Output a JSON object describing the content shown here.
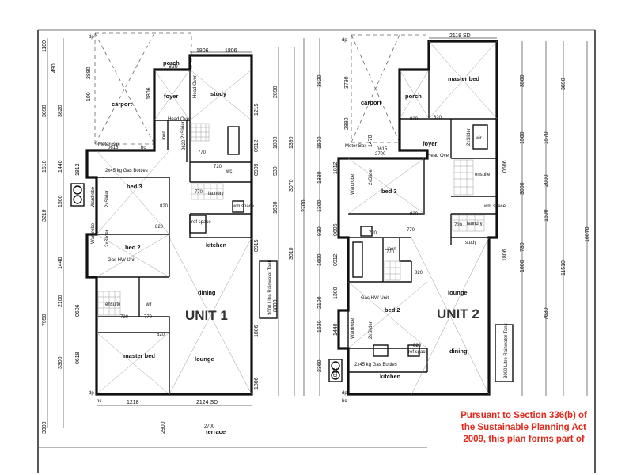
{
  "unit1": {
    "title": "UNIT 1",
    "rooms": {
      "porch": "porch",
      "foyer": "foyer",
      "study": "study",
      "carport": "carport",
      "linen": "Linen",
      "bed3": "bed 3",
      "bed2": "bed 2",
      "laundry": "laundry",
      "kitchen": "kitchen",
      "dining": "dining",
      "lounge": "lounge",
      "master_bed": "master bed",
      "ensuite": "ensuite",
      "wir": "wir",
      "wardrobe": "Wardrobe",
      "wc": "wc",
      "terrace": "terrace"
    },
    "notes": {
      "gas_bottles": "2x45 kg Gas Bottles",
      "hw_unit": "Gas HW Unit",
      "meter_box": "Meter Box",
      "tank": "3000 Litre Rainwater Tank",
      "ref_space": "ref space",
      "wm_space": "wm space",
      "slider_a": "2xSlider",
      "slider_b": "2xSlider",
      "slider_c": "2xSlider",
      "head_over_a": "Head Over",
      "head_over_b": "Head Over",
      "dp": "dp",
      "hc": "hc"
    },
    "dims_top": [
      "1806",
      "1806",
      "820"
    ],
    "dims_bottom": [
      "1218",
      "2124 SD"
    ],
    "dims_left": [
      "1180",
      "490",
      "3890",
      "3820",
      "2880",
      "100",
      "1806",
      "1510",
      "1440",
      "1812",
      "3210",
      "1500",
      "1440",
      "2100",
      "7050",
      "0606",
      "3300",
      "0618",
      "3000",
      "2900"
    ],
    "dims_right": [
      "1215",
      "0912",
      "2890",
      "1800",
      "1390",
      "0909",
      "930",
      "3070",
      "1600",
      "0915",
      "3010",
      "8800",
      "1806",
      "1806"
    ],
    "door_sizes": [
      "820",
      "770",
      "720",
      "770",
      "720",
      "770",
      "820",
      "820",
      "2620",
      "0615",
      "2700"
    ]
  },
  "unit2": {
    "title": "UNIT 2",
    "rooms": {
      "porch": "porch",
      "foyer": "foyer",
      "master_bed": "master bed",
      "carport": "carport",
      "wir": "wir",
      "ensuite": "ensuite",
      "bed3": "bed 3",
      "laundry": "laundry",
      "study": "study",
      "linen": "Linen",
      "lounge": "lounge",
      "bed2": "bed 2",
      "dining": "dining",
      "kitchen": "kitchen",
      "wardrobe_a": "Wardrobe",
      "wardrobe_b": "Wardrobe"
    },
    "notes": {
      "gas_bottles": "2x45 kg Gas Bottles",
      "hw_unit": "Gas HW Unit",
      "meter_box": "Meter Box",
      "tank": "3000 Litre Rainwater Tank",
      "ref_space": "ref space",
      "wm_space": "wm space",
      "slider_a": "2xSlider",
      "slider_b": "2xSlider",
      "slider_c": "2xSlider",
      "head_over": "Head Over",
      "dp": "dp",
      "hc": "hc"
    },
    "dims_top": [
      "2118 SD"
    ],
    "dims_left": [
      "3820",
      "3790",
      "2880",
      "1500",
      "1470",
      "1812",
      "1830",
      "2700",
      "1300",
      "0606",
      "930",
      "1600",
      "0912",
      "1300",
      "2100",
      "1630",
      "1440",
      "2360",
      "1812"
    ],
    "dims_right": [
      "3500",
      "3890",
      "1500",
      "1570",
      "0606",
      "3000",
      "2000",
      "1600",
      "1806",
      "730",
      "1000",
      "11510",
      "7630",
      "16070"
    ],
    "door_sizes": [
      "820",
      "820",
      "820",
      "770",
      "770",
      "720",
      "820",
      "820",
      "720",
      "0615",
      "2700"
    ]
  },
  "notice": {
    "line1": "Pursuant to Section 336(b) of",
    "line2": "the Sustainable Planning Act",
    "line3": "2009, this plan forms part of"
  },
  "colors": {
    "notice": "#e0291b",
    "walls": "#111111"
  }
}
